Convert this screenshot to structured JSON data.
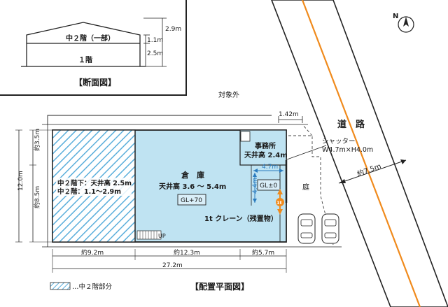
{
  "section": {
    "floor2_label": "中２階（一部）",
    "floor1_label": "１階",
    "dim_total": "2.9m",
    "dim_upper": "1.1m",
    "dim_lower": "2.5m",
    "title": "【断面図】"
  },
  "plan": {
    "out_of_scope": "対象外",
    "road": "道　路",
    "road_width": "約7.5m",
    "offset_top": "1.42m",
    "shutter": "シャッター",
    "shutter_size": "W4.7m×H4.0m",
    "mezz_line1": "中２階下：天井高 2.5m",
    "mezz_line2": "中２階：1.1～2.9m",
    "warehouse": "倉　庫",
    "warehouse_ceiling": "天井高 3.6 ～ 5.4m",
    "warehouse_gl": "GL+70",
    "office": "事務所",
    "office_ceiling": "天井高 2.4m",
    "gl_zero": "GL±0",
    "dim_4_7": "4.7m",
    "dim_4_4": "4.4m",
    "garden": "庭",
    "crane": "1t クレーン（残置物）",
    "crane_marker": "1t",
    "up": "UP",
    "left_dim_top": "約3.5m",
    "left_dim_total": "12.0m",
    "left_dim_bottom": "約8.5m",
    "bottom_dim_1": "約9.2m",
    "bottom_dim_2": "約12.3m",
    "bottom_dim_3": "約5.7m",
    "bottom_total": "27.2m",
    "legend": "…中２階部分",
    "title": "【配置平面図】",
    "north": "N"
  },
  "colors": {
    "warehouse_fill": "#bfe3f2",
    "mezzanine_hatch": "#5aaedb",
    "road_centerline": "#f08a1c",
    "dimension_blue": "#2a7bbf",
    "gl_label_bg": "#d9eef8"
  }
}
